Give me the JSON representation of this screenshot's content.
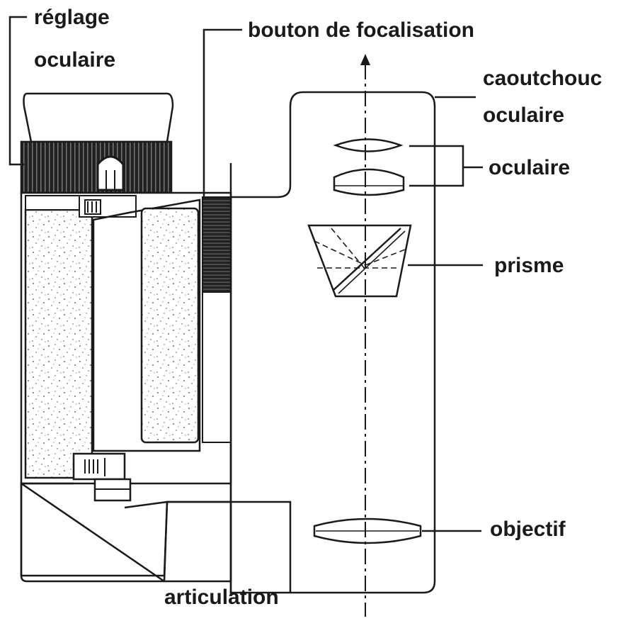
{
  "labels": {
    "reglage_line1": "réglage",
    "reglage_line2": "oculaire",
    "bouton": "bouton de focalisation",
    "caoutchouc_line1": "caoutchouc",
    "caoutchouc_line2": "oculaire",
    "oculaire": "oculaire",
    "prisme": "prisme",
    "objectif": "objectif",
    "articulation": "articulation"
  },
  "colors": {
    "body_fill": "#d8eee0",
    "ink": "#1a1a1a",
    "paper": "#ffffff"
  }
}
